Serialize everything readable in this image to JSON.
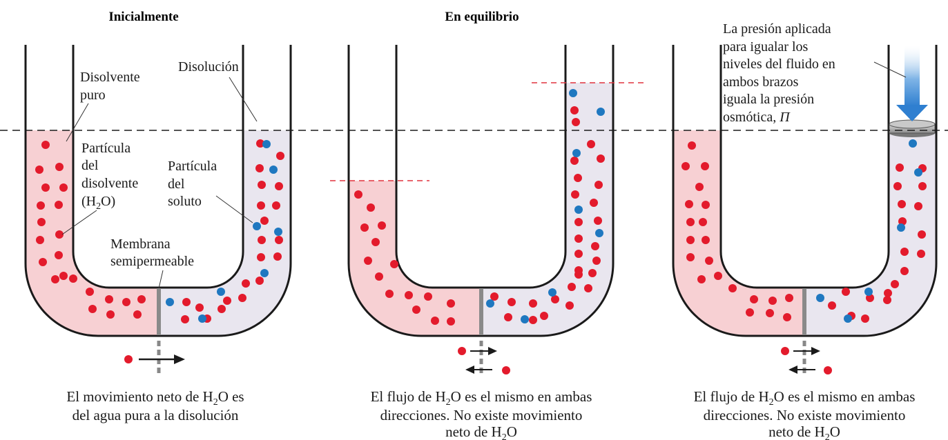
{
  "panels": [
    {
      "title": "Inicialmente",
      "caption": {
        "line1_pre": "El movimiento neto de H",
        "line1_sub": "2",
        "line1_post": "O es",
        "line2": "del agua pura a la disolución"
      }
    },
    {
      "title": "En equilibrio",
      "caption": {
        "line1_pre": "El flujo de H",
        "line1_sub": "2",
        "line1_post": "O es el mismo en ambas",
        "line2": "direcciones. No existe movimiento",
        "line3_pre": "neto de H",
        "line3_sub": "2",
        "line3_post": "O"
      }
    },
    {
      "title": "",
      "caption": {
        "line1_pre": "El flujo de H",
        "line1_sub": "2",
        "line1_post": "O es el mismo en ambas",
        "line2": "direcciones. No existe movimiento",
        "line3_pre": "neto de H",
        "line3_sub": "2",
        "line3_post": "O"
      }
    }
  ],
  "labels": {
    "disolvente_l1": "Disolvente",
    "disolvente_l2": "puro",
    "disolucion": "Disolución",
    "particula_disolvente_l1": "Partícula",
    "particula_disolvente_l2": "del",
    "particula_disolvente_l3": "disolvente",
    "particula_disolvente_l4_pre": "(H",
    "particula_disolvente_l4_sub": "2",
    "particula_disolvente_l4_post": "O)",
    "particula_soluto_l1": "Partícula",
    "particula_soluto_l2": "del",
    "particula_soluto_l3": "soluto",
    "membrana_l1": "Membrana",
    "membrana_l2": "semipermeable",
    "presion_l1": "La presión aplicada",
    "presion_l2": "para igualar los",
    "presion_l3": "niveles del fluido en",
    "presion_l4": "ambos brazos",
    "presion_l5": "iguala la presión",
    "presion_l6_pre": "osmótica, ",
    "presion_l6_symbol": "Π"
  },
  "colors": {
    "solvent_fill": "#f7d0d3",
    "solution_fill": "#e9e6ef",
    "solvent_particle": "#e31b2c",
    "solute_particle": "#1f78c0",
    "membrane": "#8a8a8a",
    "tube_wall": "#1a1a1a",
    "level_line": "#e0323d",
    "pressure_arrow": "#2f7fd0"
  }
}
